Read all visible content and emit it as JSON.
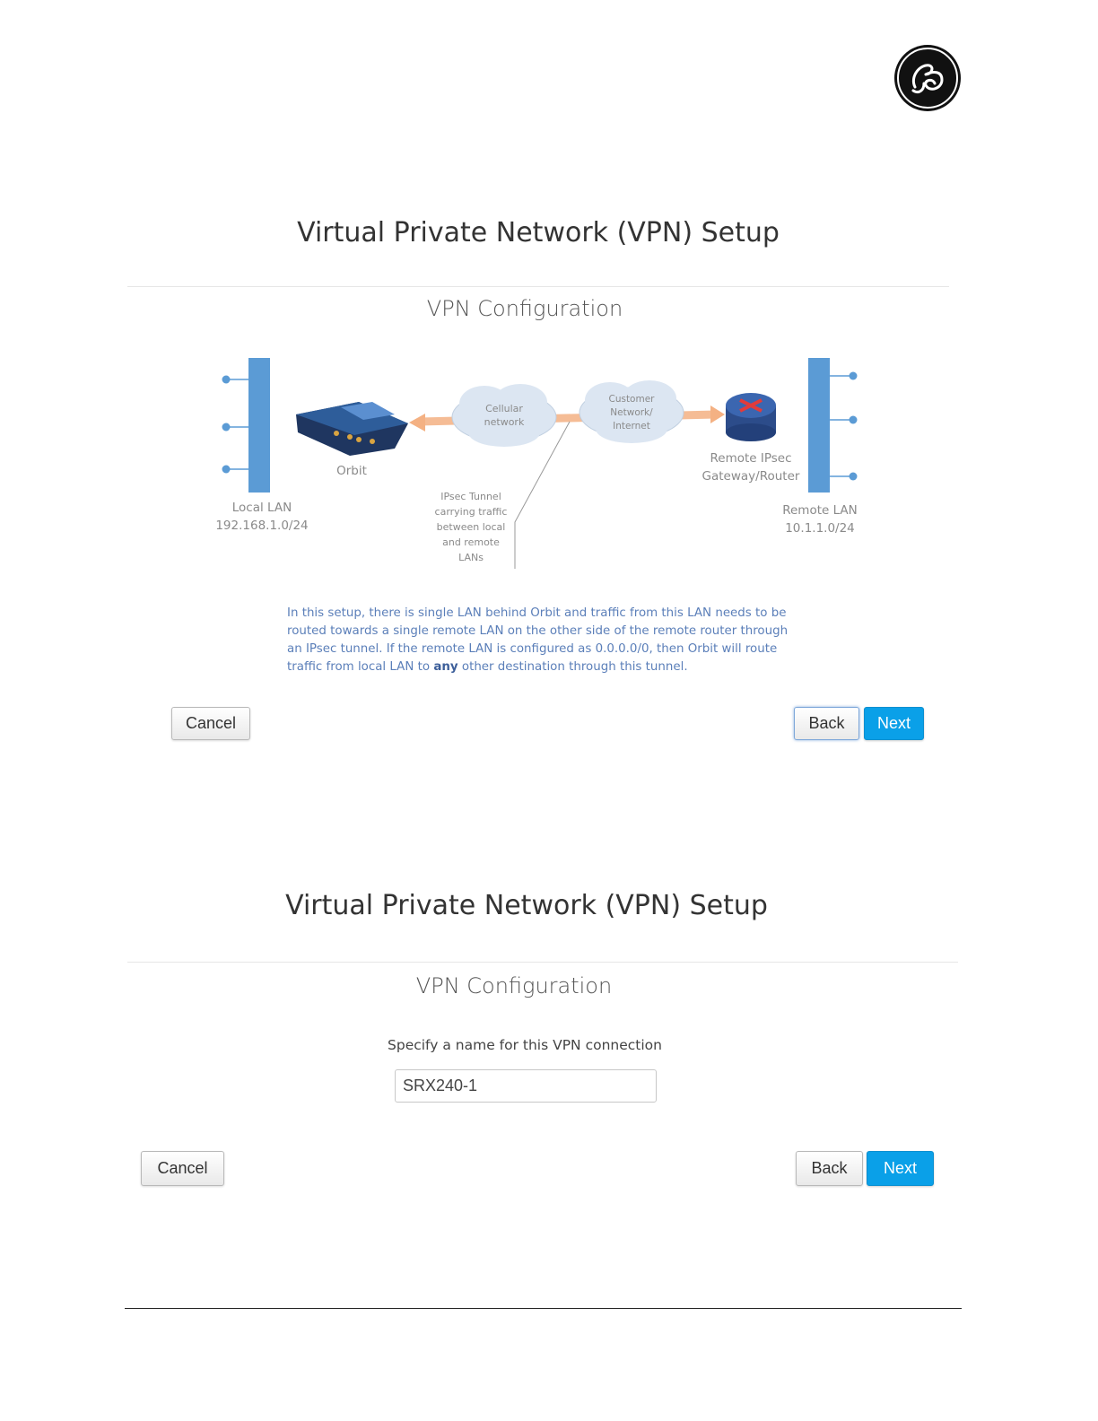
{
  "logo": {
    "icon": "ge-monogram-icon"
  },
  "screen1": {
    "title": "Virtual Private Network (VPN) Setup",
    "subtitle": "VPN Configuration",
    "diagram": {
      "local_lan": "Local LAN",
      "local_subnet": "192.168.1.0/24",
      "orbit": "Orbit",
      "cellular_1": "Cellular",
      "cellular_2": "network",
      "customer_1": "Customer",
      "customer_2": "Network/",
      "customer_3": "Internet",
      "tunnel_1": "IPsec Tunnel",
      "tunnel_2": "carrying traffic",
      "tunnel_3": "between local",
      "tunnel_4": "and remote",
      "tunnel_5": "LANs",
      "gateway_1": "Remote IPsec",
      "gateway_2": "Gateway/Router",
      "remote_lan": "Remote LAN",
      "remote_subnet": "10.1.1.0/24"
    },
    "description_1": "In this setup, there is single LAN behind Orbit and traffic from this LAN needs to be routed towards a single remote LAN on the other side of the remote router through an IPsec tunnel. If the remote LAN is configured as 0.0.0.0/0, then Orbit will route traffic from local LAN to ",
    "description_bold": "any",
    "description_2": " other destination through this tunnel.",
    "cancel": "Cancel",
    "back": "Back",
    "next": "Next"
  },
  "screen2": {
    "title": "Virtual Private Network (VPN) Setup",
    "subtitle": "VPN Configuration",
    "prompt": "Specify a name for this VPN connection",
    "name_value": "SRX240-1",
    "cancel": "Cancel",
    "back": "Back",
    "next": "Next"
  },
  "colors": {
    "primary": "#0aa0e8",
    "lan_bar": "#5b9bd5",
    "arrow": "#f4b183"
  }
}
